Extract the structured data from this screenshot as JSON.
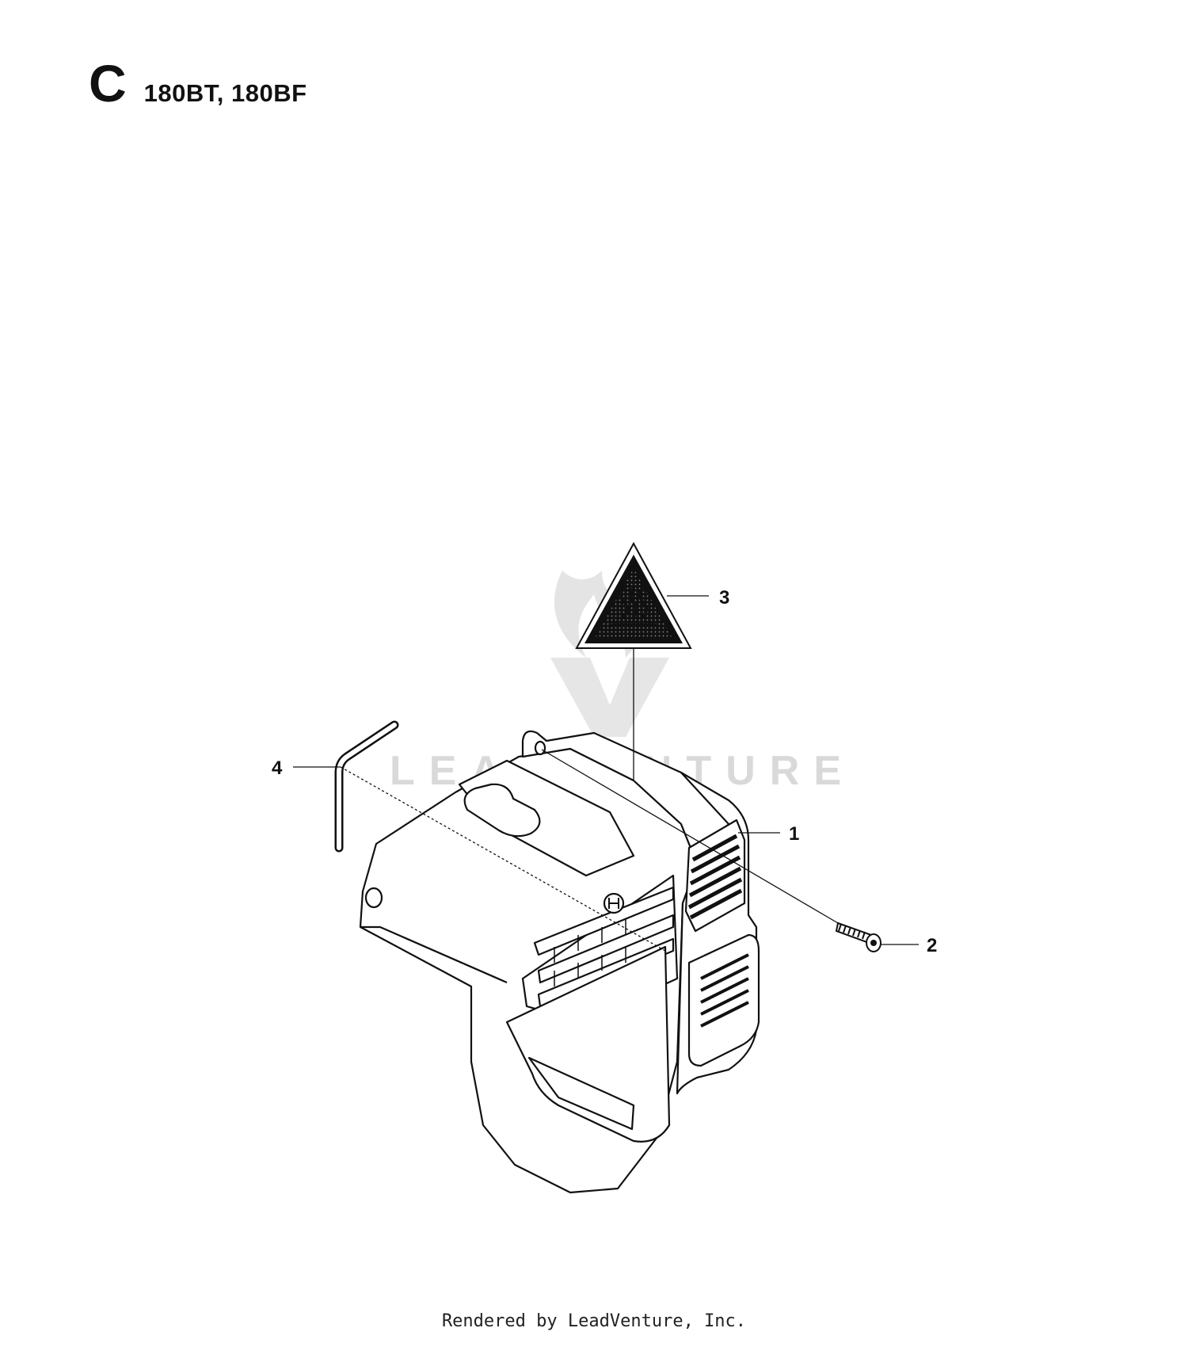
{
  "header": {
    "section_letter": "C",
    "models": "180BT, 180BF"
  },
  "callouts": [
    {
      "number": "1",
      "part": "cylinder-cover"
    },
    {
      "number": "2",
      "part": "screw"
    },
    {
      "number": "3",
      "part": "hot-surface-warning-decal"
    },
    {
      "number": "4",
      "part": "hex-key"
    }
  ],
  "watermark": {
    "text": "LEADVENTURE"
  },
  "footer": {
    "text": "Rendered by LeadVenture, Inc."
  }
}
